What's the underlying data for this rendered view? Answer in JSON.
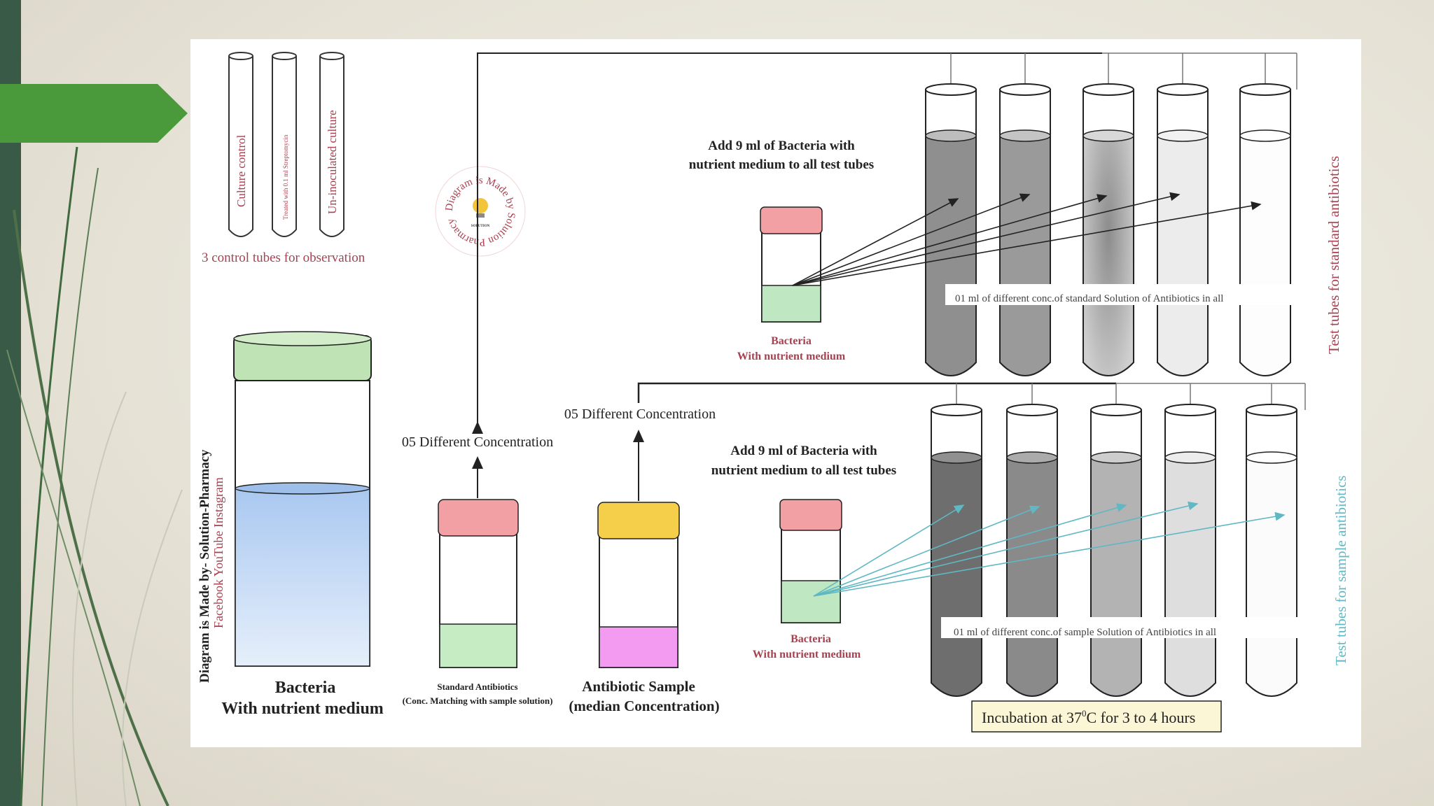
{
  "control_tubes": {
    "labels": [
      "Culture control",
      "Treated with 0.1 ml Streptomycin",
      "Un-inoculated culture"
    ],
    "caption": "3 control tubes for observation"
  },
  "watermark": {
    "ring_text": "Diagram is Made by Solution Pharmacy",
    "logo_text": "SOLUTION"
  },
  "left_vertical": {
    "line1": "Diagram is Made by- Solution-Pharmacy",
    "line2": "Facebook YouTube Instagram"
  },
  "bacteria_jar": {
    "line1": "Bacteria",
    "line2": "With nutrient medium"
  },
  "standard_vial": {
    "line1": "Standard Antibiotics",
    "line2": "(Conc. Matching with sample solution)"
  },
  "sample_vial": {
    "line1": "Antibiotic Sample",
    "line2": "(median Concentration)"
  },
  "concentration_labels": {
    "standard": "05 Different Concentration",
    "sample": "05 Different Concentration"
  },
  "top_section": {
    "instruction_line1": "Add 9 ml of Bacteria with",
    "instruction_line2": "nutrient medium to all test tubes",
    "vial_line1": "Bacteria",
    "vial_line2": "With nutrient medium",
    "tube_label": "01 ml of  different conc.of standard Solution of Antibiotics in all",
    "side_label": "Test tubes for standard antibiotics"
  },
  "bottom_section": {
    "instruction_line1": "Add 9 ml of Bacteria with",
    "instruction_line2": "nutrient medium to all test tubes",
    "vial_line1": "Bacteria",
    "vial_line2": "With nutrient medium",
    "tube_label": "01 ml of  different conc.of  sample Solution of Antibiotics in all",
    "side_label": "Test tubes for sample antibiotics"
  },
  "incubation": {
    "prefix": "Incubation at 37",
    "superscript": "0",
    "suffix": "C for 3 to 4 hours"
  },
  "colors": {
    "green_tab": "#4a9a3c",
    "left_bar": "#3a5a48",
    "cap_red": "#f2a0a4",
    "cap_green": "#bfe3b5",
    "cap_yellow": "#f6cf4a",
    "liquid_green": "#bfe8c2",
    "liquid_blue": "#b9d3f3",
    "liquid_pink": "#f29bf0",
    "arrow_teal": "#5fb8c4",
    "label_red": "#a8404f",
    "label_teal": "#5fb8c4",
    "incubation_box": "#fbf6d6"
  }
}
